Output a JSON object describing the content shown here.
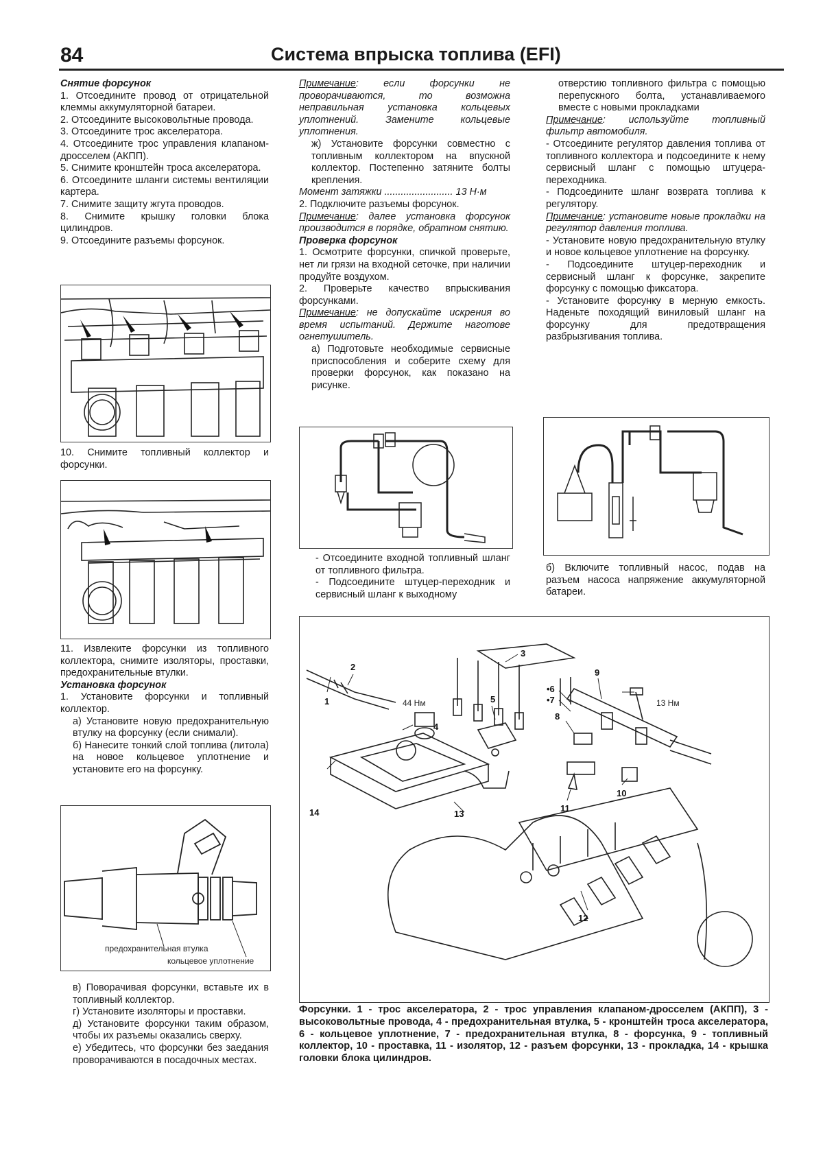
{
  "header": {
    "page_number": "84",
    "title": "Система впрыска топлива (EFI)"
  },
  "col1": {
    "removal_heading": "Снятие форсунок",
    "removal_steps": [
      "1. Отсоедините провод от отрицательной клеммы аккумуляторной батареи.",
      "2. Отсоедините высоковольтные провода.",
      "3. Отсоедините трос акселератора.",
      "4. Отсоедините трос управления клапаном-дросселем (АКПП).",
      "5. Снимите кронштейн троса акселератора.",
      "6. Отсоедините шланги системы вентиляции картера.",
      "7. Снимите защиту жгута проводов.",
      "8. Снимите крышку головки блока цилиндров.",
      "9. Отсоедините разъемы форсунок."
    ],
    "step10": "10. Снимите топливный коллектор и форсунки.",
    "step11": "11. Извлеките форсунки из топливного коллектора, снимите изоляторы, проставки, предохранительные втулки.",
    "install_heading": "Установка форсунок",
    "install_step1": "1. Установите форсунки и топливный коллектор.",
    "install_a": "а) Установите новую предохранительную втулку на форсунку (если снимали).",
    "install_b": "б) Нанесите тонкий слой топлива (литола) на новое кольцевое уплотнение и установите его на форсунку.",
    "injector_label_1": "предохранительная втулка",
    "injector_label_2": "кольцевое уплотнение",
    "install_v": "в) Поворачивая форсунки, вставьте их в топливный коллектор.",
    "install_g": "г) Установите изоляторы и проставки.",
    "install_d": "д) Установите форсунки таким образом, чтобы их разъемы оказались сверху.",
    "install_e": "е) Убедитесь, что форсунки без заедания проворачиваются в посадочных местах."
  },
  "col2": {
    "note1_label": "Примечание",
    "note1_text": ": если форсунки не проворачиваются, то возможна неправильная установка кольцевых уплотнений. Замените кольцевые уплотнения.",
    "step_zh": "ж) Установите форсунки совместно с топливным коллектором на впускной коллектор. Постепенно затяните болты крепления.",
    "torque_label": "Момент затяжки ......................... 13 Н·м",
    "step2": "2. Подключите разъемы форсунок.",
    "note2_label": "Примечание",
    "note2_text": ": далее установка форсунок производится в порядке, обратном снятию.",
    "check_heading": "Проверка форсунок",
    "check1": "1. Осмотрите форсунки, спичкой проверьте, нет ли грязи на входной сеточке, при наличии продуйте воздухом.",
    "check2": "2. Проверьте качество впрыскивания форсунками.",
    "note3_label": "Примечание",
    "note3_text": ": не допускайте искрения во время испытаний. Держите наготове огнетушитель.",
    "check_a": "а) Подготовьте необходимые сервисные приспособления и соберите схему для проверки форсунок, как показано на рисунке.",
    "dash1": "- Отсоедините входной топливный шланг от топливного фильтра.",
    "dash2": "- Подсоедините штуцер-переходник и сервисный шланг к выходному"
  },
  "col3": {
    "cont": "отверстию топливного фильтра с помощью перепускного болта, устанавливаемого вместе с новыми прокладками",
    "note4_label": "Примечание",
    "note4_text": ": используйте топливный фильтр автомобиля.",
    "dash3": "- Отсоедините регулятор давления топлива от топливного коллектора и подсоедините к нему сервисный шланг с помощью штуцера-переходника.",
    "dash4": "- Подсоедините шланг возврата топлива к регулятору.",
    "note5_label": "Примечание",
    "note5_text": ": установите новые прокладки на регулятор давления топлива.",
    "dash5": "- Установите новую предохранительную втулку и новое кольцевое уплотнение на форсунку.",
    "dash6": "- Подсоедините штуцер-переходник и сервисный шланг к форсунке, закрепите форсунку с помощью фиксатора.",
    "dash7": "- Установите форсунку в мерную емкость. Наденьте походящий виниловый шланг на форсунку для предотвращения разбрызгивания топлива.",
    "step_b": "б) Включите топливный насос, подав на разъем насоса напряжение аккумуляторной батареи."
  },
  "exploded": {
    "torque_44": "44 Нм",
    "torque_13": "13 Нм",
    "callouts": [
      "1",
      "2",
      "3",
      "4",
      "5",
      "•6",
      "•7",
      "8",
      "9",
      "10",
      "11",
      "12",
      "13",
      "14"
    ]
  },
  "caption": "Форсунки. 1 - трос акселератора, 2 - трос управления клапаном-дросселем (АКПП), 3 - высоковольтные провода, 4 - предохранительная втулка, 5 - кронштейн троса акселератора, 6 - кольцевое уплотнение, 7 - предохранительная втулка, 8 - форсунка, 9 - топливный коллектор, 10 - проставка, 11 - изолятор, 12 - разъем форсунки, 13 - прокладка, 14 - крышка головки блока цилиндров."
}
